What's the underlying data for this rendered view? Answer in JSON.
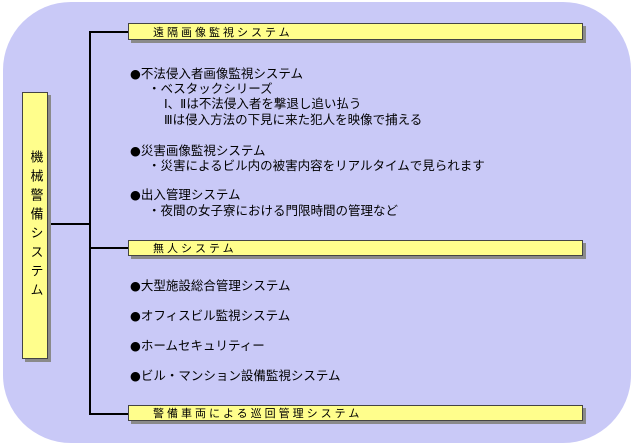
{
  "root": {
    "label": "機械警備システム"
  },
  "categories": [
    {
      "label": "遠隔画像監視システム"
    },
    {
      "label": "無人システム"
    },
    {
      "label": "警備車両による巡回管理システム"
    }
  ],
  "remote_items": [
    {
      "title": "●不法侵入者画像監視システム",
      "lines": [
        "・ベスタックシリーズ",
        "Ⅰ、Ⅱは不法侵入者を撃退し追い払う",
        "Ⅲは侵入方法の下見に来た犯人を映像で捕える"
      ]
    },
    {
      "title": "●災害画像監視システム",
      "lines": [
        "・災害によるビル内の被害内容をリアルタイムで見られます"
      ]
    },
    {
      "title": "●出入管理システム",
      "lines": [
        "・夜間の女子寮における門限時間の管理など"
      ]
    }
  ],
  "unmanned_items": [
    "●大型施設総合管理システム",
    "●オフィスビル監視システム",
    "●ホームセキュリティー",
    "●ビル・マンション設備監視システム"
  ]
}
